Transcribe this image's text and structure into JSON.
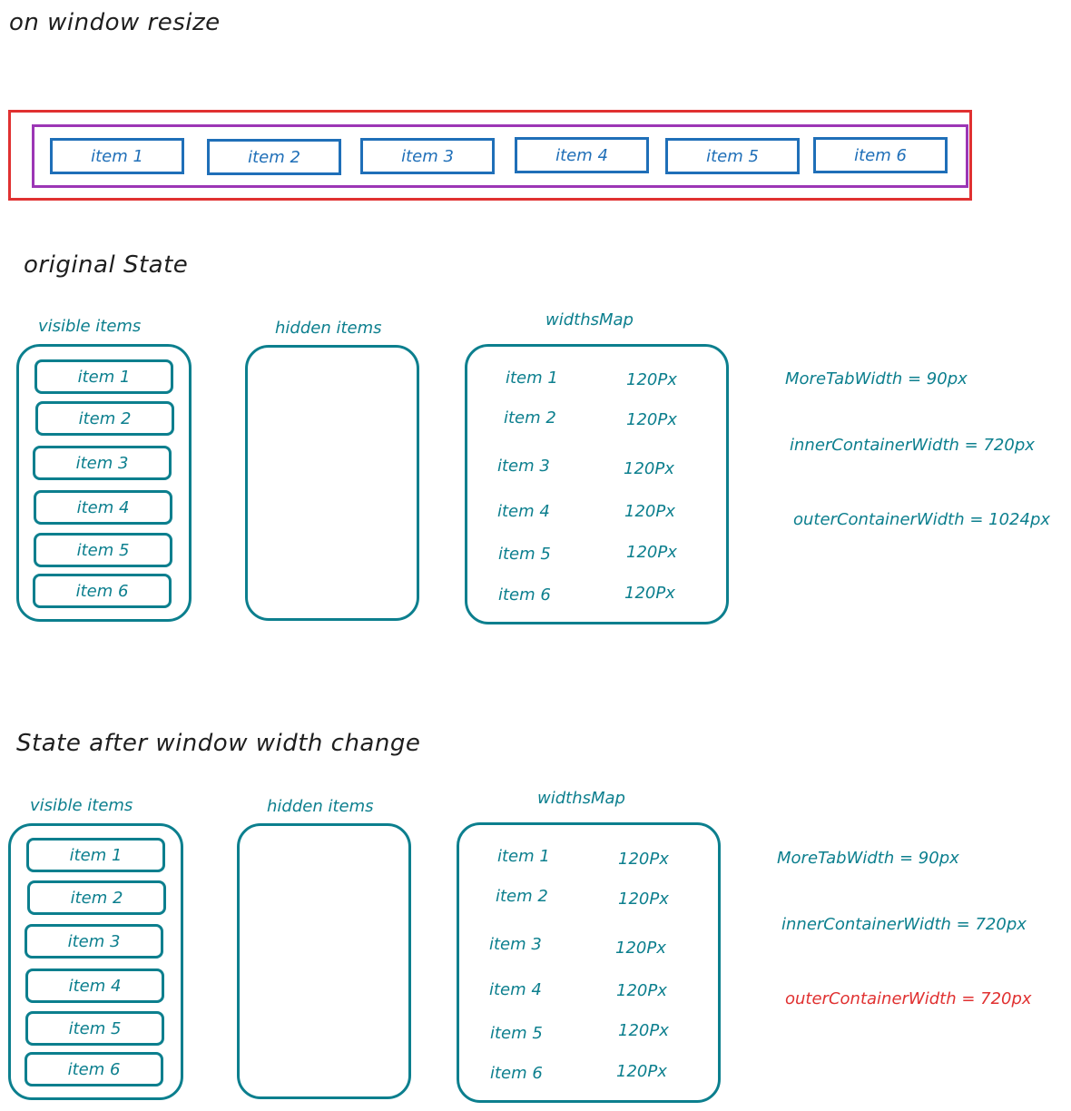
{
  "page": {
    "title": "on window resize"
  },
  "nav": {
    "items": [
      "item 1",
      "item 2",
      "item 3",
      "item 4",
      "item 5",
      "item 6"
    ],
    "outer_border_color": "#e03131",
    "inner_border_color": "#9c36b5",
    "item_border_color": "#1f6fb8"
  },
  "original": {
    "heading": "original State",
    "visible_label": "visible items",
    "hidden_label": "hidden items",
    "widths_label": "widthsMap",
    "visible_items": [
      "item 1",
      "item 2",
      "item 3",
      "item 4",
      "item 5",
      "item 6"
    ],
    "widths": [
      {
        "name": "item 1",
        "width": "120Px"
      },
      {
        "name": "item 2",
        "width": "120Px"
      },
      {
        "name": "item 3",
        "width": "120Px"
      },
      {
        "name": "item 4",
        "width": "120Px"
      },
      {
        "name": "item 5",
        "width": "120Px"
      },
      {
        "name": "item 6",
        "width": "120Px"
      }
    ],
    "more_tab": "MoreTabWidth = 90px",
    "inner_container": "innerContainerWidth =  720px",
    "outer_container": "outerContainerWidth = 1024px"
  },
  "after": {
    "heading": "State after window width change",
    "visible_label": "visible items",
    "hidden_label": "hidden items",
    "widths_label": "widthsMap",
    "visible_items": [
      "item 1",
      "item 2",
      "item 3",
      "item 4",
      "item 5",
      "item 6"
    ],
    "widths": [
      {
        "name": "item 1",
        "width": "120Px"
      },
      {
        "name": "item 2",
        "width": "120Px"
      },
      {
        "name": "item 3",
        "width": "120Px"
      },
      {
        "name": "item 4",
        "width": "120Px"
      },
      {
        "name": "item 5",
        "width": "120Px"
      },
      {
        "name": "item 6",
        "width": "120Px"
      }
    ],
    "more_tab": "MoreTabWidth = 90px",
    "inner_container": "innerContainerWidth =  720px",
    "outer_container": "outerContainerWidth = 720px",
    "outer_container_color": "#e03131"
  },
  "colors": {
    "teal": "#0c7f8e",
    "text": "#1e1e1e"
  }
}
